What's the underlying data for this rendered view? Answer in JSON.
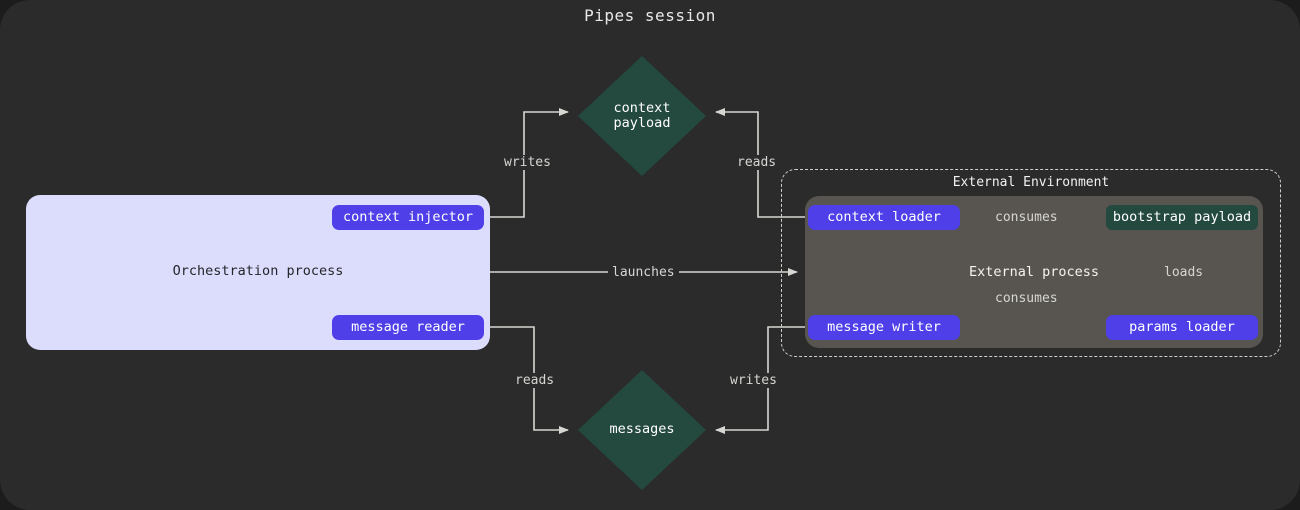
{
  "diagram": {
    "title": "Pipes session",
    "background": "#2b2b2b",
    "accent_purple": "#4f3fe8",
    "accent_teal": "#24493f",
    "panel_lavender": "#dcdcfc",
    "process_gray": "#585550"
  },
  "orchestration": {
    "label": "Orchestration process",
    "badges": [
      {
        "label": "context injector"
      },
      {
        "label": "message reader"
      }
    ]
  },
  "external_environment": {
    "title": "External Environment",
    "process_label": "External process",
    "badges": [
      {
        "label": "context loader"
      },
      {
        "label": "message writer"
      },
      {
        "label": "params loader"
      }
    ],
    "payload": {
      "label": "bootstrap payload"
    }
  },
  "stores": [
    {
      "name": "context-payload",
      "line1": "context",
      "line2": "payload"
    },
    {
      "name": "messages",
      "line1": "messages",
      "line2": ""
    }
  ],
  "edges": [
    {
      "id": "writes-top",
      "label": "writes"
    },
    {
      "id": "reads-top",
      "label": "reads"
    },
    {
      "id": "launches",
      "label": "launches"
    },
    {
      "id": "reads-bottom",
      "label": "reads"
    },
    {
      "id": "writes-bottom",
      "label": "writes"
    },
    {
      "id": "consumes-context",
      "label": "consumes"
    },
    {
      "id": "consumes-message",
      "label": "consumes"
    },
    {
      "id": "loads",
      "label": "loads"
    }
  ]
}
